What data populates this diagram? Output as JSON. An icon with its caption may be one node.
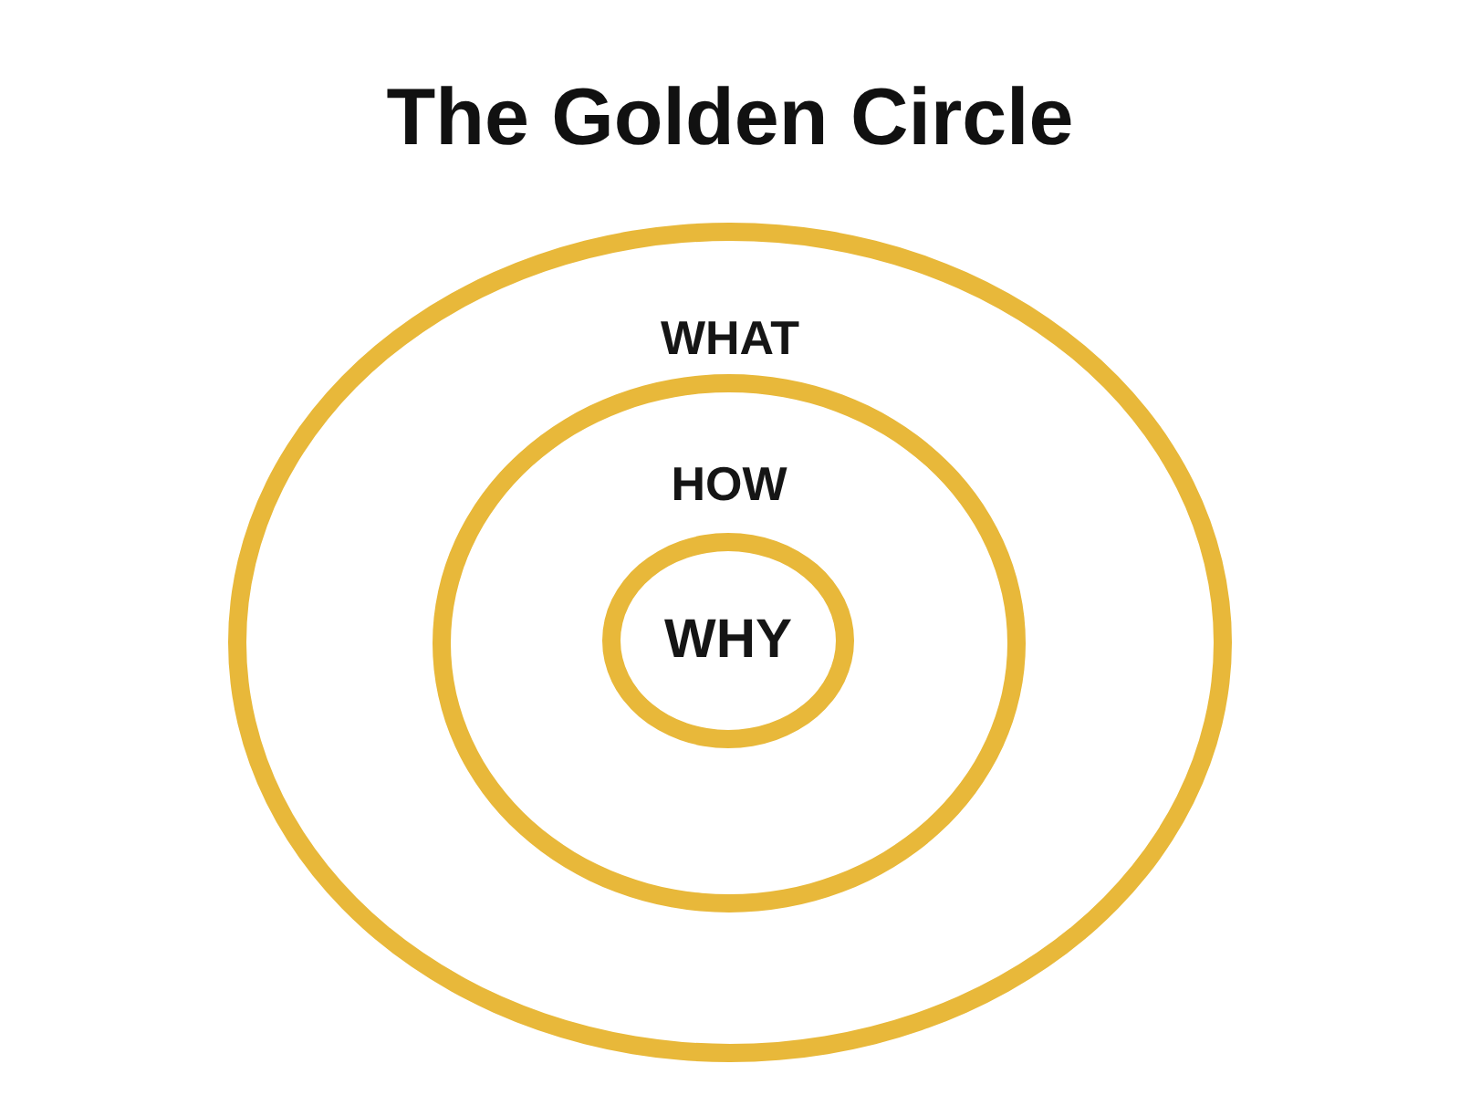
{
  "diagram": {
    "title": "The Golden Circle",
    "nodes": [
      {
        "text": [
          "WHAT"
        ]
      },
      {
        "text": [
          "HOW"
        ],
        "in": 0
      },
      {
        "text": [
          "WHY"
        ],
        "in": 1
      }
    ]
  }
}
